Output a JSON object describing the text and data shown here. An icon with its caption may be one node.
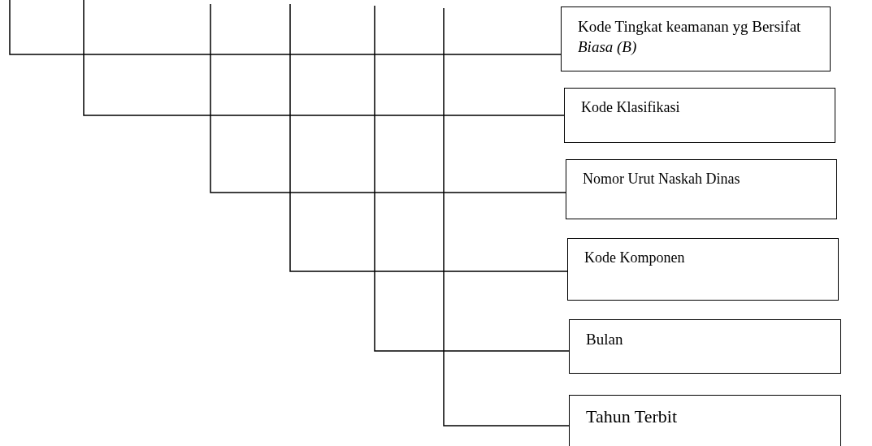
{
  "diagram": {
    "nodes": [
      {
        "text": [
          "Kode Tingkat keamanan yg Bersifat *Biasa (B)*"
        ]
      },
      {
        "text": [
          "Kode Klasifikasi"
        ]
      },
      {
        "text": [
          "Nomor Urut Naskah Dinas"
        ]
      },
      {
        "text": [
          "Kode Komponen"
        ]
      },
      {
        "text": [
          "Bulan"
        ]
      },
      {
        "text": [
          "Tahun Terbit"
        ]
      }
    ],
    "edges": [
      {
        "from": null,
        "to": 0,
        "arrow": "none"
      },
      {
        "from": null,
        "to": 1,
        "arrow": "none"
      },
      {
        "from": null,
        "to": 2,
        "arrow": "none"
      },
      {
        "from": null,
        "to": 3,
        "arrow": "none"
      },
      {
        "from": null,
        "to": 4,
        "arrow": "none"
      },
      {
        "from": null,
        "to": 5,
        "arrow": "none"
      }
    ]
  }
}
